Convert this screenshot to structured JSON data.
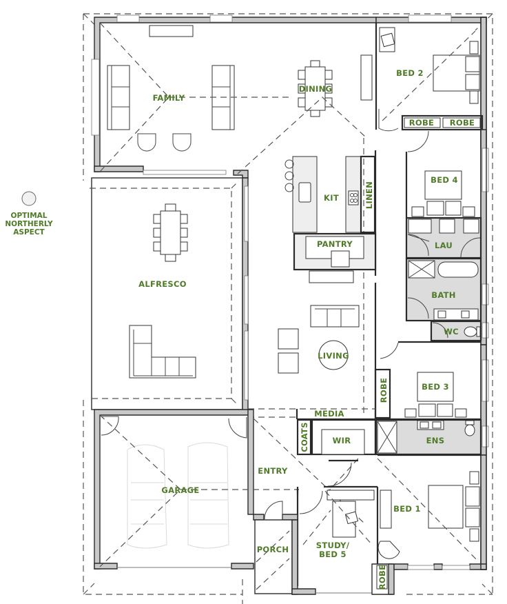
{
  "colors": {
    "label_green": "#4f7a28",
    "wall_fill": "#c8c8c8",
    "wall_stroke": "#2a2a2a",
    "wet_area_tile": "#dcdcdc"
  },
  "aspect": {
    "line1": "OPTIMAL",
    "line2": "NORTHERLY",
    "line3": "ASPECT",
    "icon": "compass-circle-icon"
  },
  "rooms": {
    "family": "FAMILY",
    "dining": "DINING",
    "bed2": "BED 2",
    "robe_a": "ROBE",
    "robe_b": "ROBE",
    "kit": "KIT",
    "linen": "LINEN",
    "bed4": "BED 4",
    "pantry": "PANTRY",
    "lau": "LAU",
    "bath": "BATH",
    "wc": "WC",
    "alfresco": "ALFRESCO",
    "living": "LIVING",
    "robe_c": "ROBE",
    "bed3": "BED 3",
    "media": "MEDIA",
    "coats": "COATS",
    "wir": "WIR",
    "ens": "ENS",
    "garage": "GARAGE",
    "entry": "ENTRY",
    "bed1": "BED 1",
    "porch": "PORCH",
    "study_line1": "STUDY/",
    "study_line2": "BED 5",
    "robe_d": "ROBE"
  }
}
